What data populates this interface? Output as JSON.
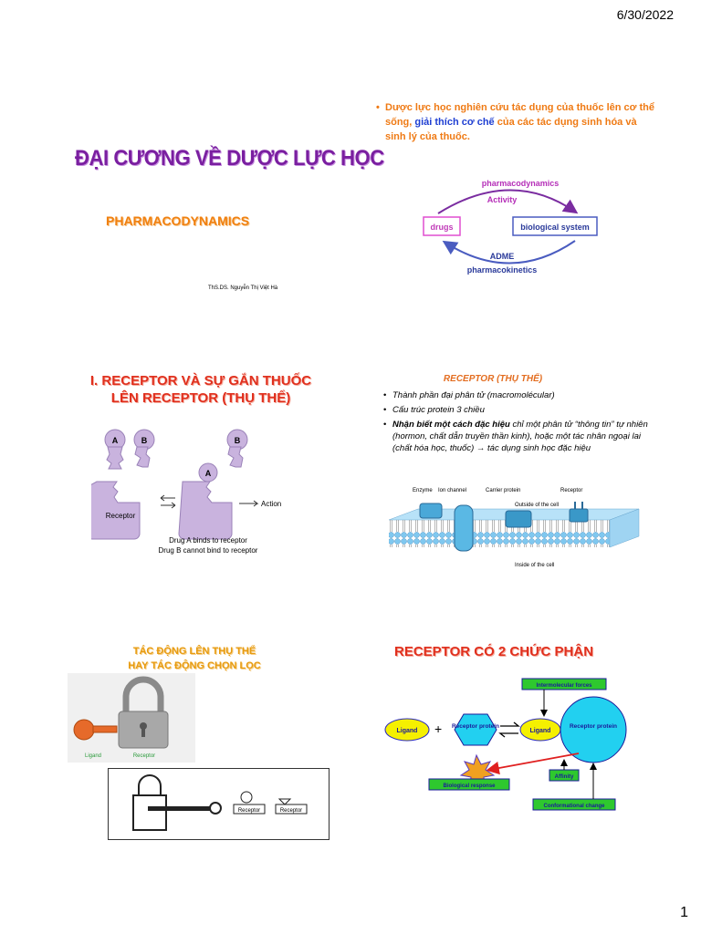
{
  "header": {
    "date": "6/30/2022"
  },
  "footer": {
    "page_number": "1"
  },
  "slide1": {
    "title": "ĐẠI CƯƠNG VỀ DƯỢC LỰC HỌC",
    "subtitle": "PHARMACODYNAMICS",
    "author": "ThS.DS. Nguyễn Thị Việt Hà"
  },
  "slide2": {
    "bullet_part1": "Dược lực học nghiên cứu tác dụng của thuốc lên cơ thể sống, ",
    "bullet_highlight": "giải thích cơ chế",
    "bullet_part2": " của các tác dụng sinh hóa và sinh lý của thuốc.",
    "diagram": {
      "top_label": "pharmacodynamics",
      "top_sub": "Activity",
      "left_box": "drugs",
      "right_box": "biological system",
      "bottom_sub": "ADME",
      "bottom_label": "pharmacokinetics"
    }
  },
  "slide3": {
    "title_line1": "I. RECEPTOR VÀ SỰ GẮN THUỐC",
    "title_line2": "LÊN RECEPTOR (THỤ THỂ)",
    "figure": {
      "drug_a": "A",
      "drug_b": "B",
      "receptor": "Receptor",
      "action": "Action",
      "caption_a": "Drug A binds to receptor",
      "caption_b": "Drug B cannot bind to receptor"
    }
  },
  "slide4": {
    "title": "RECEPTOR (THỤ THỂ)",
    "bullets": [
      "Thành phần đại phân tử (macromolécular)",
      "Cấu trúc protein 3 chiều"
    ],
    "bullet3_bold": "Nhận biết một cách đặc hiệu",
    "bullet3_rest": " chỉ một phân tử “thông tin” tự nhiên (hormon, chất dẫn truyền thần kinh), hoặc một tác nhân ngoại lai (chất hóa học, thuốc) → tác dụng sinh học đặc hiệu",
    "membrane": {
      "enzyme": "Enzyme",
      "ion_channel": "Ion channel",
      "carrier": "Carrier protein",
      "receptor": "Receptor",
      "outside": "Outside of the cell",
      "inside": "Inside of the cell"
    }
  },
  "slide5": {
    "title_line1": "TÁC ĐỘNG LÊN THỤ THỂ",
    "title_line2": "HAY TÁC ĐỘNG CHỌN LỌC",
    "lock_labels": {
      "ligand": "Ligand",
      "receptor": "Receptor"
    },
    "key_labels": {
      "receptor1": "Receptor",
      "receptor2": "Receptor"
    }
  },
  "slide6": {
    "title": "RECEPTOR CÓ 2 CHỨC PHẬN",
    "ligand": "Ligand",
    "receptor_protein": "Receptor protein",
    "intermolecular": "Intermolecular forces",
    "affinity": "Affinity",
    "biological_response": "Biological response",
    "conformational_change": "Conformational change",
    "colors": {
      "ligand": "#f5f000",
      "receptor": "#22d0f0",
      "box": "#2ec82e"
    }
  }
}
